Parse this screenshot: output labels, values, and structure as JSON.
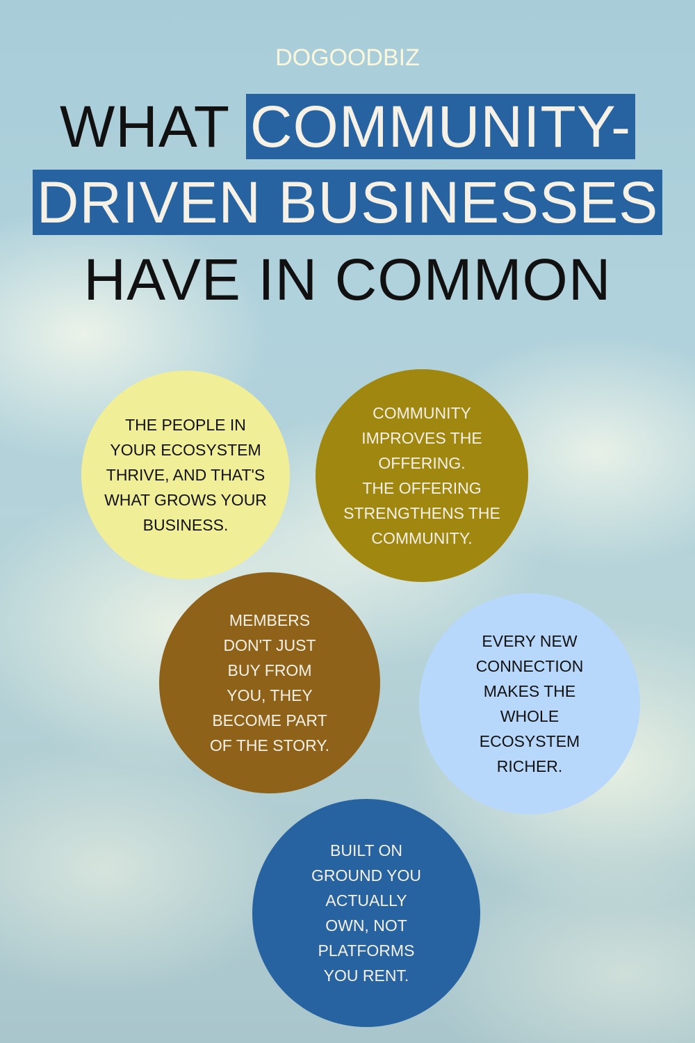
{
  "brand": "DOGOODBIZ",
  "title": {
    "line1_plain": "WHAT ",
    "line1_highlight": "COMMUNITY-",
    "line2_highlight": "DRIVEN BUSINESSES",
    "line3_plain": "HAVE IN COMMON"
  },
  "colors": {
    "highlight_blue": "#2763a0",
    "yellow": "#f0ee97",
    "olive": "#a0870f",
    "brown": "#8f6219",
    "light_blue": "#b7d7fb",
    "brand_text": "#fbf7dc"
  },
  "circles": [
    {
      "text": "THE PEOPLE IN\nYOUR ECOSYSTEM\nTHRIVE, AND THAT'S\nWHAT GROWS YOUR\nBUSINESS."
    },
    {
      "text": "COMMUNITY\nIMPROVES THE\nOFFERING.\nTHE OFFERING\nSTRENGTHENS THE\nCOMMUNITY."
    },
    {
      "text": "MEMBERS\nDON'T JUST\nBUY FROM\nYOU, THEY\nBECOME PART\nOF THE STORY."
    },
    {
      "text": "EVERY NEW\nCONNECTION\nMAKES THE\nWHOLE\nECOSYSTEM\nRICHER."
    },
    {
      "text": "BUILT ON\nGROUND YOU\nACTUALLY\nOWN, NOT\nPLATFORMS\nYOU RENT."
    }
  ]
}
